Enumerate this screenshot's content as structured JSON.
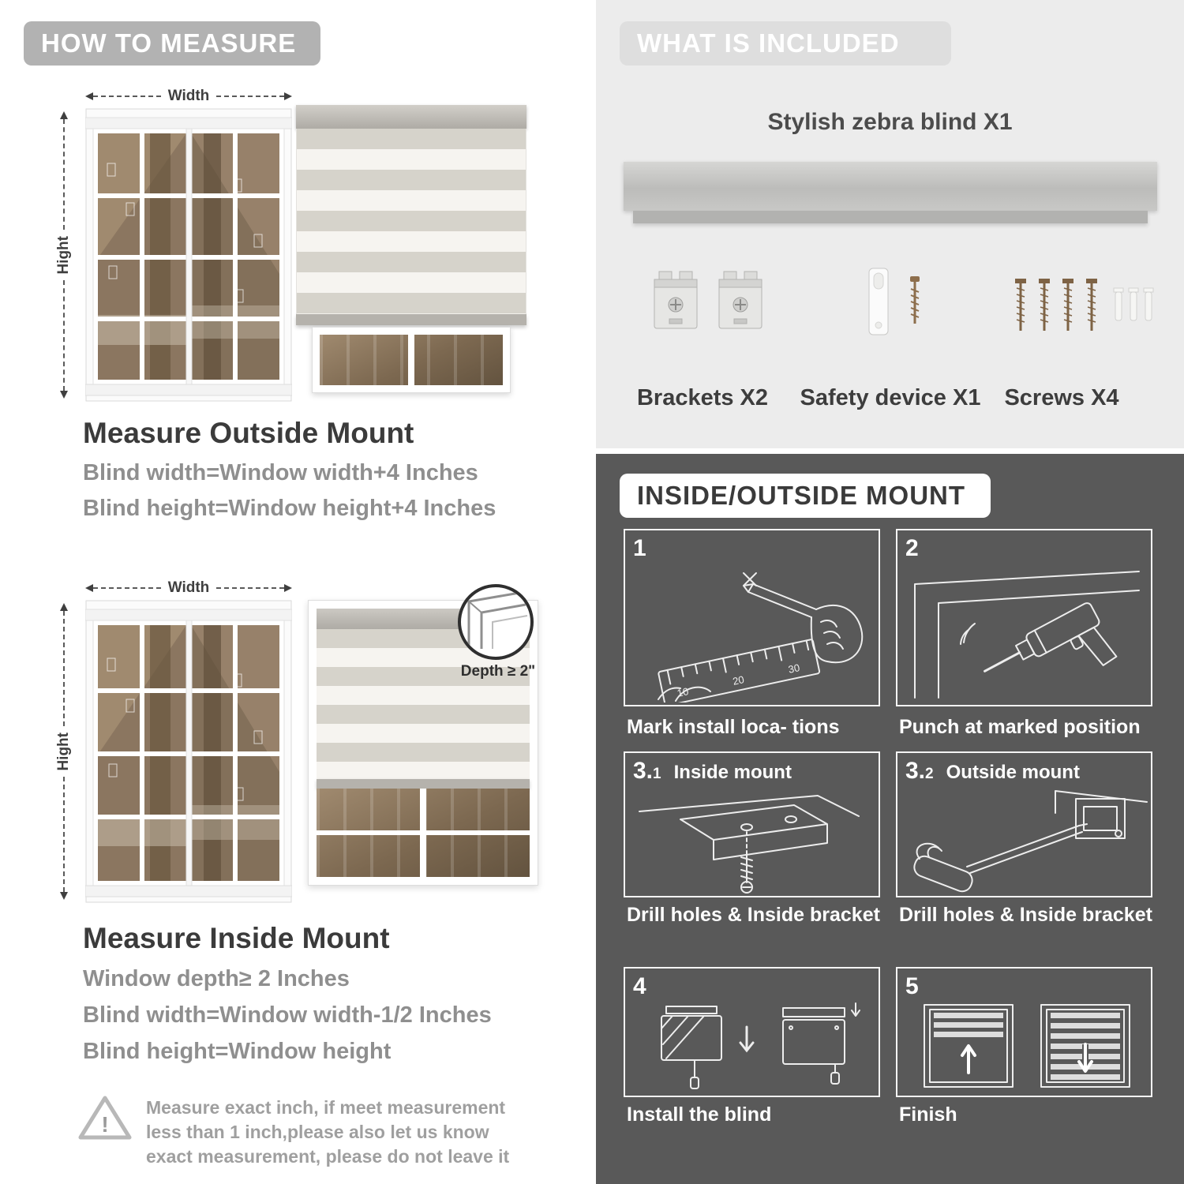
{
  "colors": {
    "left_pill": "#b2b2b2",
    "included_bg": "#ececec",
    "mount_bg": "#595959",
    "blind_gray": "#d6d3cb"
  },
  "left": {
    "header": "HOW TO MEASURE",
    "outside": {
      "width_label": "Width",
      "height_label": "Hight",
      "heading": "Measure Outside Mount",
      "line1": "Blind width=Window width+4 Inches",
      "line2": "Blind height=Window height+4 Inches"
    },
    "inside": {
      "width_label": "Width",
      "height_label": "Hight",
      "depth_label": "Depth ≥ 2\"",
      "heading": "Measure Inside Mount",
      "line1": "Window depth≥ 2 Inches",
      "line2": "Blind width=Window width-1/2 Inches",
      "line3": "Blind height=Window height",
      "warning_mark": "!",
      "note": "Measure exact inch, if meet measurement less than 1 inch,please also let us know exact measurement, please do not leave it"
    }
  },
  "right": {
    "included": {
      "header": "WHAT IS INCLUDED",
      "blind_label": "Stylish zebra blind X1",
      "items": [
        {
          "label": "Brackets X2"
        },
        {
          "label": "Safety device X1"
        },
        {
          "label": "Screws X4"
        }
      ]
    },
    "mount": {
      "header": "INSIDE/OUTSIDE MOUNT",
      "steps": [
        {
          "num": "1",
          "caption": "Mark install loca- tions",
          "ruler": [
            "10",
            "20",
            "30"
          ]
        },
        {
          "num": "2",
          "caption": "Punch at  marked position"
        },
        {
          "num": "3.",
          "num_sub": "1",
          "label": "Inside mount",
          "caption": "Drill holes &  Inside bracket"
        },
        {
          "num": "3.",
          "num_sub": "2",
          "label": "Outside mount",
          "caption": "Drill holes &  Inside bracket"
        },
        {
          "num": "4",
          "caption": "Install the blind"
        },
        {
          "num": "5",
          "caption": "Finish"
        }
      ]
    }
  }
}
